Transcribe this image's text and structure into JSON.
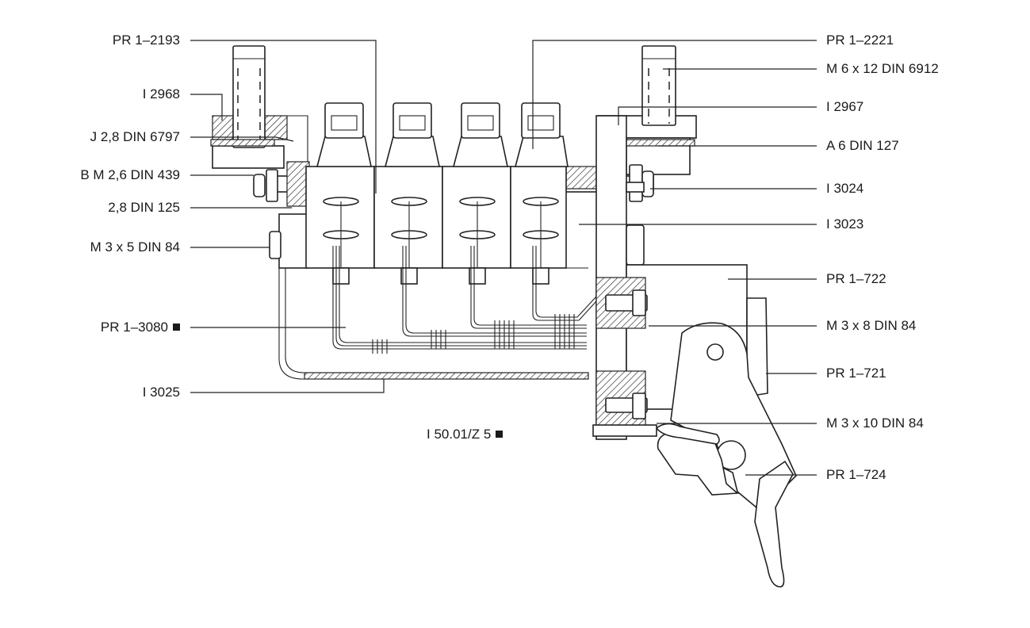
{
  "labels_left": [
    {
      "id": "pr-1-2193",
      "text": "PR 1–2193"
    },
    {
      "id": "i-2968",
      "text": "I 2968"
    },
    {
      "id": "j-2-8-din-6797",
      "text": "J 2,8 DIN 6797"
    },
    {
      "id": "b-m-2-6-din-439",
      "text": "B M 2,6 DIN 439"
    },
    {
      "id": "2-8-din-125",
      "text": "2,8 DIN 125"
    },
    {
      "id": "m-3x5-din-84",
      "text": "M 3 x 5 DIN 84"
    },
    {
      "id": "pr-1-3080",
      "text": "PR 1–3080"
    },
    {
      "id": "i-3025",
      "text": "I 3025"
    }
  ],
  "labels_right": [
    {
      "id": "pr-1-2221",
      "text": "PR 1–2221"
    },
    {
      "id": "m-6x12-din-6912",
      "text": "M 6 x 12 DIN 6912"
    },
    {
      "id": "i-2967",
      "text": "I 2967"
    },
    {
      "id": "a-6-din-127",
      "text": "A 6 DIN 127"
    },
    {
      "id": "i-3024",
      "text": "I 3024"
    },
    {
      "id": "i-3023",
      "text": "I 3023"
    },
    {
      "id": "pr-1-722",
      "text": "PR 1–722"
    },
    {
      "id": "m-3x8-din-84",
      "text": "M 3 x 8 DIN 84"
    },
    {
      "id": "pr-1-721",
      "text": "PR 1–721"
    },
    {
      "id": "m-3x10-din-84",
      "text": "M 3 x 10 DIN 84"
    },
    {
      "id": "pr-1-724",
      "text": "PR 1–724"
    }
  ],
  "label_center": {
    "id": "i-50-01-z5",
    "text": "I 50.01/Z 5"
  }
}
